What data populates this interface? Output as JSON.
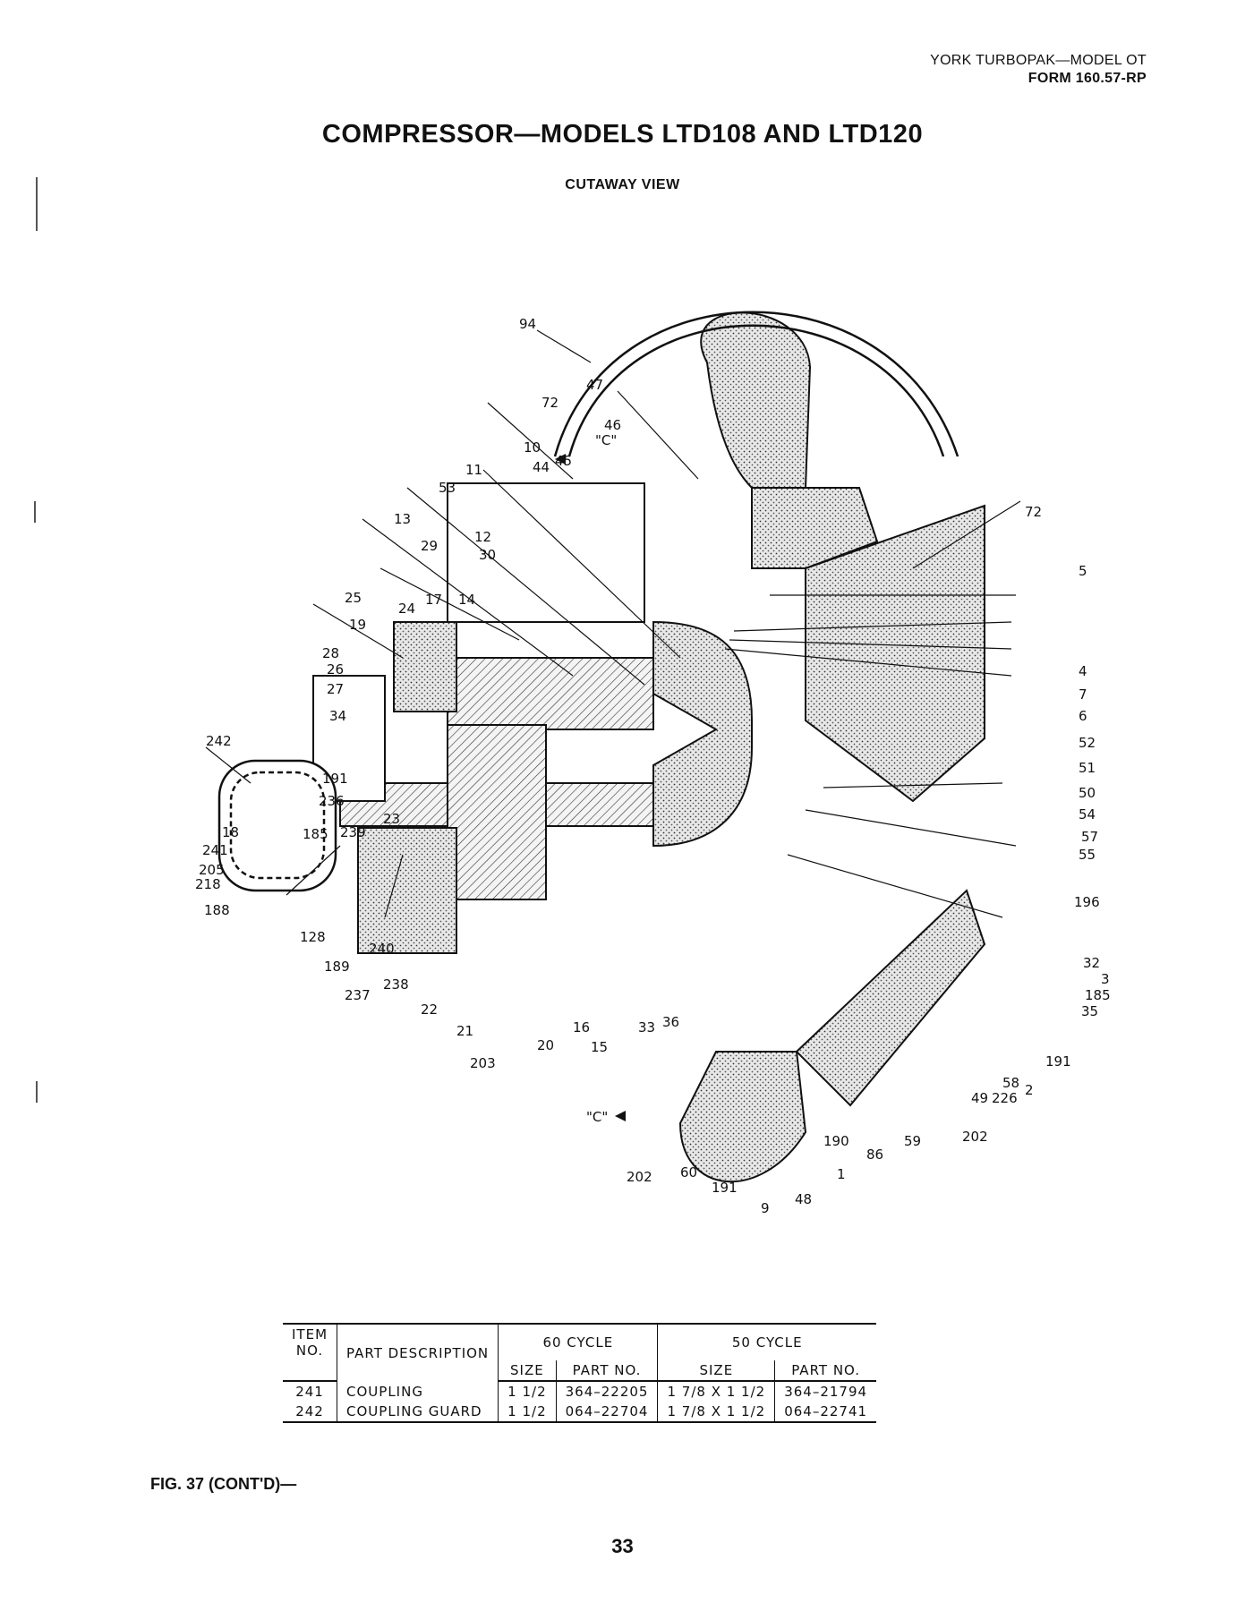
{
  "header": {
    "line1": "YORK TURBOPAK—MODEL OT",
    "line2": "FORM 160.57-RP"
  },
  "title": "COMPRESSOR—MODELS LTD108 AND LTD120",
  "subtitle": "CUTAWAY VIEW",
  "diagram": {
    "section_marker": "\"C\"",
    "callouts": [
      "94",
      "47",
      "72",
      "46",
      "10",
      "45",
      "44",
      "11",
      "53",
      "13",
      "12",
      "29",
      "30",
      "25",
      "17",
      "14",
      "19",
      "24",
      "28",
      "26",
      "27",
      "34",
      "191",
      "242",
      "236",
      "23",
      "18",
      "185",
      "239",
      "241",
      "205",
      "218",
      "188",
      "128",
      "240",
      "189",
      "238",
      "237",
      "22",
      "21",
      "203",
      "20",
      "16",
      "15",
      "33",
      "36",
      "72",
      "5",
      "4",
      "7",
      "6",
      "52",
      "51",
      "50",
      "54",
      "57",
      "55",
      "196",
      "32",
      "3",
      "185",
      "35",
      "191",
      "58",
      "2",
      "226",
      "49",
      "202",
      "59",
      "86",
      "190",
      "1",
      "60",
      "202",
      "191",
      "48",
      "9"
    ]
  },
  "table": {
    "headers": {
      "item": [
        "ITEM",
        "NO."
      ],
      "description": "PART DESCRIPTION",
      "cycle_60": "60 CYCLE",
      "cycle_50": "50 CYCLE",
      "size": "SIZE",
      "part_no_60": "PART NO.",
      "part_no_50": "PART NO."
    },
    "rows": [
      {
        "item": "241",
        "description": "COUPLING",
        "size_60": "1 1/2",
        "part_60": "364–22205",
        "size_50": "1 7/8 X 1 1/2",
        "part_50": "364–21794"
      },
      {
        "item": "242",
        "description": "COUPLING GUARD",
        "size_60": "1 1/2",
        "part_60": "064–22704",
        "size_50": "1 7/8 X 1 1/2",
        "part_50": "064–22741"
      }
    ]
  },
  "figure_caption": "FIG. 37 (CONT'D)—",
  "page_number": "33"
}
